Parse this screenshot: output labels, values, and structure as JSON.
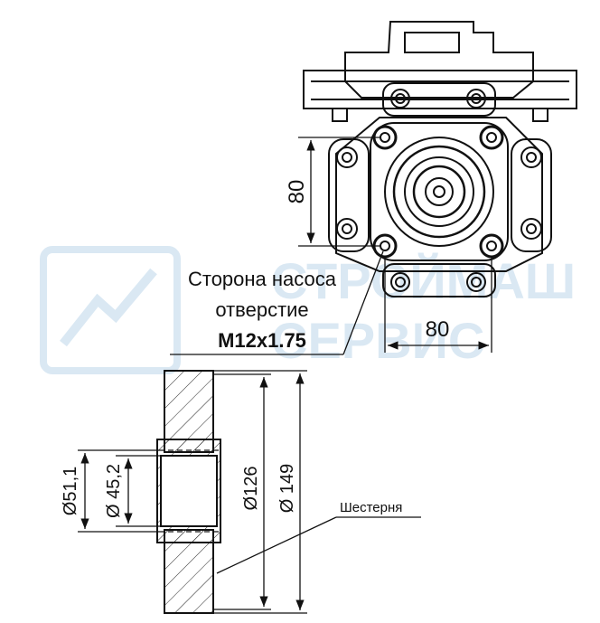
{
  "pump_view": {
    "dim_vertical": "80",
    "dim_horizontal": "80",
    "callout_line1": "Сторона насоса",
    "callout_line2": "отверстие",
    "callout_line3": "M12x1.75"
  },
  "gear_section": {
    "dim_d511": "Ø51,1",
    "dim_d452": "Ø 45,2",
    "dim_d126": "Ø126",
    "dim_d149": "Ø 149",
    "label": "Шестерня"
  },
  "watermark": {
    "line1": "СТРОЙМАШ",
    "line2": "СЕРВИС",
    "color": "#bcd6ea"
  }
}
